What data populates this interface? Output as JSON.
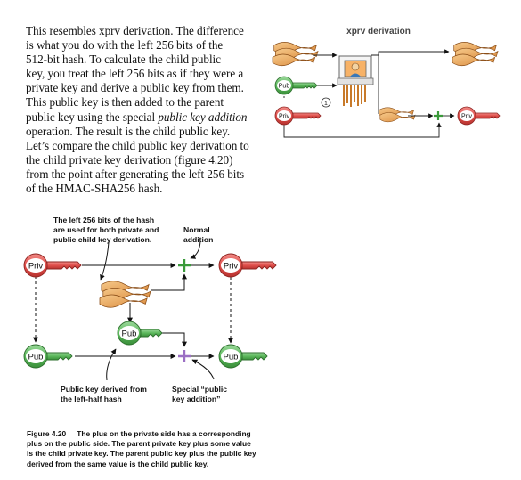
{
  "paragraph": {
    "lines": [
      "This resembles xprv derivation. The difference",
      "is what you do with the left 256 bits of the",
      "512-bit hash. To calculate the child public",
      "key, you treat the left 256 bits as if they were a",
      "private key and derive a public key from them.",
      "This public key is then added to the parent",
      "public key using the special ",
      "operation. The result is the child public key.",
      "Let’s compare the child public key derivation to",
      "the child private key derivation (figure 4.20)",
      "from the point after generating the left 256 bits",
      "of the HMAC-SHA256 hash."
    ],
    "emphasis": "public key addition"
  },
  "thumbnail": {
    "title": "xprv derivation",
    "pub_label": "Pub",
    "priv_label": "Priv",
    "priv_out_label": "Priv",
    "step_number": "1"
  },
  "figure": {
    "annotation_top_left": [
      "The left 256 bits of the hash",
      "are used for both private and",
      "public child key derivation."
    ],
    "annotation_top_right": [
      "Normal",
      "addition"
    ],
    "annotation_bottom_left": [
      "Public key derived from",
      "the left-half hash"
    ],
    "annotation_bottom_right": [
      "Special “public",
      "key addition”"
    ],
    "keys": {
      "parent_priv": "Priv",
      "child_priv": "Priv",
      "parent_pub": "Pub",
      "child_pub": "Pub",
      "derived_pub": "Pub"
    },
    "colors": {
      "private_key": "#e0504c",
      "public_key": "#5cb85c",
      "normal_plus": "#3a9a3a",
      "special_plus": "#9b6fc4"
    }
  },
  "caption": {
    "label": "Figure 4.20",
    "lines": [
      "The plus on the private side has a corresponding",
      "plus on the public side. The parent private key plus some value",
      "is the child private key. The parent public key plus the public key",
      "derived from the same value is the child public key."
    ]
  }
}
